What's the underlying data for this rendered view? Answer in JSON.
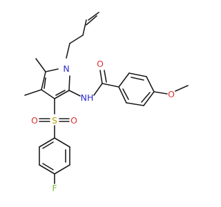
{
  "molecule": {
    "atoms": {
      "N_pyrrole": "N",
      "NH": "NH",
      "O_carbonyl": "O",
      "O_methoxy": "O",
      "S": "S",
      "O_s1": "O",
      "O_s2": "O",
      "F": "F"
    },
    "colors": {
      "nitrogen": "#2a2acc",
      "oxygen": "#e03030",
      "sulfur": "#b8a000",
      "fluorine": "#7fb540",
      "bond": "#1a1a1a"
    }
  }
}
